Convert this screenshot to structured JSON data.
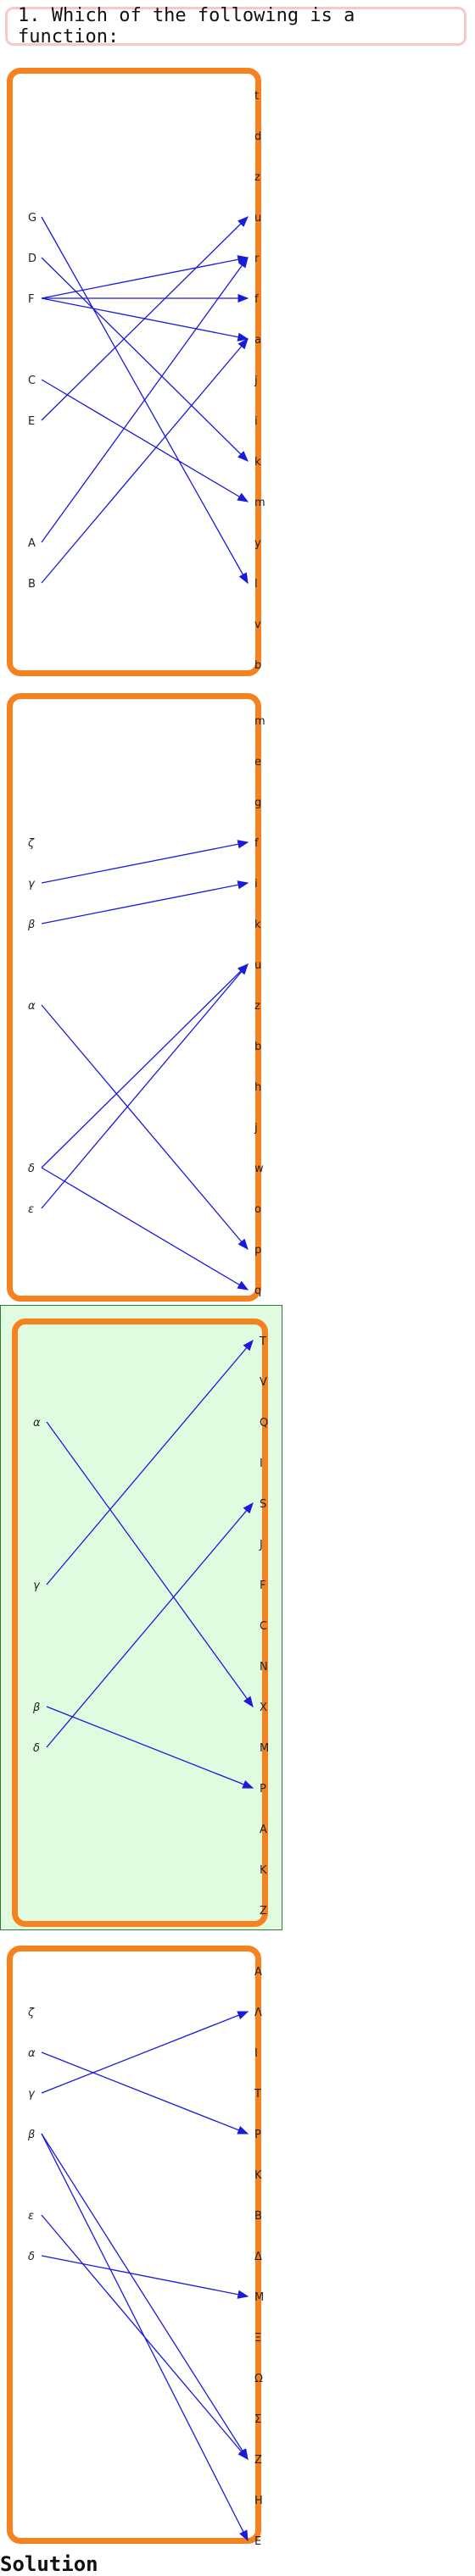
{
  "question": "1. Which of the following is a function:",
  "solution_label": "Solution",
  "colors": {
    "arrow": "#1a1adb",
    "panel_border": "#f5821f",
    "correct_bg": "#e0fbe0",
    "question_border": "#f7c8c8"
  },
  "diagrams": [
    {
      "domain": [
        "G",
        "D",
        "F",
        "C",
        "E",
        "A",
        "B"
      ],
      "domain_slots": [
        3,
        4,
        5,
        7,
        8,
        11,
        12
      ],
      "codomain": [
        "t",
        "d",
        "z",
        "u",
        "r",
        "f",
        "a",
        "j",
        "i",
        "k",
        "m",
        "y",
        "l",
        "v",
        "b"
      ],
      "arrows": [
        [
          "G",
          "l"
        ],
        [
          "D",
          "k"
        ],
        [
          "F",
          "f"
        ],
        [
          "F",
          "r"
        ],
        [
          "F",
          "a"
        ],
        [
          "C",
          "m"
        ],
        [
          "E",
          "u"
        ],
        [
          "A",
          "r"
        ],
        [
          "B",
          "a"
        ]
      ],
      "correct": false
    },
    {
      "domain": [
        "ζ",
        "γ",
        "β",
        "α",
        "δ",
        "ε"
      ],
      "domain_slots": [
        3,
        4,
        5,
        7,
        11,
        12
      ],
      "codomain": [
        "m",
        "e",
        "g",
        "f",
        "i",
        "k",
        "u",
        "z",
        "b",
        "h",
        "j",
        "w",
        "o",
        "p",
        "q"
      ],
      "arrows": [
        [
          "γ",
          "f"
        ],
        [
          "β",
          "i"
        ],
        [
          "α",
          "p"
        ],
        [
          "δ",
          "u"
        ],
        [
          "δ",
          "q"
        ],
        [
          "ε",
          "u"
        ]
      ],
      "correct": false
    },
    {
      "domain": [
        "α",
        "γ",
        "β",
        "δ"
      ],
      "domain_slots": [
        2,
        6,
        9,
        10
      ],
      "codomain": [
        "T",
        "V",
        "Q",
        "I",
        "S",
        "J",
        "F",
        "C",
        "N",
        "X",
        "M",
        "P",
        "A",
        "K",
        "Z"
      ],
      "arrows": [
        [
          "α",
          "X"
        ],
        [
          "γ",
          "T"
        ],
        [
          "β",
          "P"
        ],
        [
          "δ",
          "S"
        ]
      ],
      "correct": true
    },
    {
      "domain": [
        "ζ",
        "α",
        "γ",
        "β",
        "ε",
        "δ"
      ],
      "domain_slots": [
        1,
        2,
        3,
        4,
        6,
        7
      ],
      "codomain": [
        "A",
        "Λ",
        "I",
        "T",
        "P",
        "K",
        "B",
        "Δ",
        "M",
        "Ξ",
        "Ω",
        "Σ",
        "Z",
        "H",
        "E"
      ],
      "arrows": [
        [
          "α",
          "P"
        ],
        [
          "γ",
          "Λ"
        ],
        [
          "β",
          "Z"
        ],
        [
          "β",
          "E"
        ],
        [
          "ε",
          "Z"
        ],
        [
          "δ",
          "M"
        ]
      ],
      "correct": false
    }
  ]
}
